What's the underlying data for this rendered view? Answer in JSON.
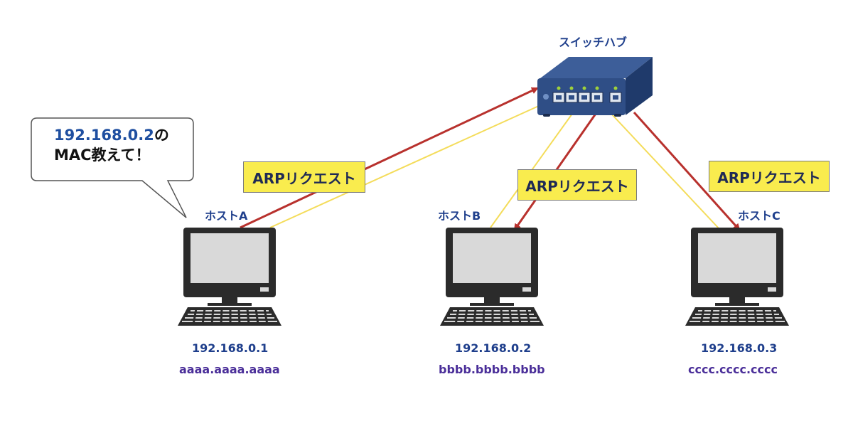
{
  "hub": {
    "label": "スイッチハブ"
  },
  "hosts": [
    {
      "id": "A",
      "label": "ホストA",
      "ip": "192.168.0.1",
      "mac": "aaaa.aaaa.aaaa"
    },
    {
      "id": "B",
      "label": "ホストB",
      "ip": "192.168.0.2",
      "mac": "bbbb.bbbb.bbbb"
    },
    {
      "id": "C",
      "label": "ホストC",
      "ip": "192.168.0.3",
      "mac": "cccc.cccc.cccc"
    }
  ],
  "arp_labels": [
    "ARPリクエスト",
    "ARPリクエスト",
    "ARPリクエスト"
  ],
  "bubble": {
    "ip": "192.168.0.2",
    "suffix": "の",
    "line2": "MAC教えて！"
  },
  "colors": {
    "request_arrow": "#b8312d",
    "link_line": "#f4dc5a",
    "label_bg": "#f9ec4e",
    "hub_body": "#2f4e86",
    "monitor": "#2b2b2b",
    "screen": "#d9d9d9"
  }
}
